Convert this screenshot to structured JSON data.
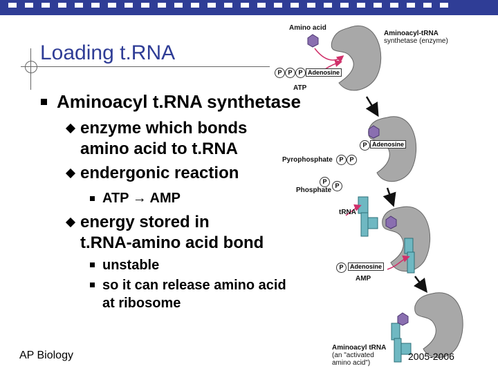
{
  "slide": {
    "title": "Loading t.RNA",
    "bullets": {
      "main": "Aminoacyl t.RNA synthetase",
      "sub1_line1": "enzyme which bonds",
      "sub1_line2": "amino acid to t.RNA",
      "sub2": "endergonic reaction",
      "sub2_child": "ATP → AMP",
      "sub3_line1": "energy stored in",
      "sub3_line2": "t.RNA-amino acid bond",
      "sub3_child1": "unstable",
      "sub3_child2_line1": "so it can release amino acid",
      "sub3_child2_line2": "at ribosome"
    },
    "footer_left": "AP Biology",
    "footer_right": "2005-2006"
  },
  "diagram": {
    "amino_acid_label": "Amino acid",
    "enzyme_label_line1": "Aminoacyl-tRNA",
    "enzyme_label_line2": "synthetase (enzyme)",
    "atp_label": "ATP",
    "adenosine_label": "Adenosine",
    "p_label": "P",
    "pi_label": "P",
    "pyrophosphate_label": "Pyrophosphate",
    "phosphate_label": "Phosphate",
    "trna_label": "tRNA",
    "amp_label": "AMP",
    "aminoacyl_trna_line1": "Aminoacyl tRNA",
    "aminoacyl_trna_line2": "(an \"activated",
    "aminoacyl_trna_line3": "amino acid\")"
  },
  "colors": {
    "title_blue": "#2f3d96",
    "enzyme_gray": "#a8a8a8",
    "amino_acid_purple": "#8a6fb0",
    "trna_teal": "#6fb8c2",
    "arrow_pink": "#d0306a"
  }
}
